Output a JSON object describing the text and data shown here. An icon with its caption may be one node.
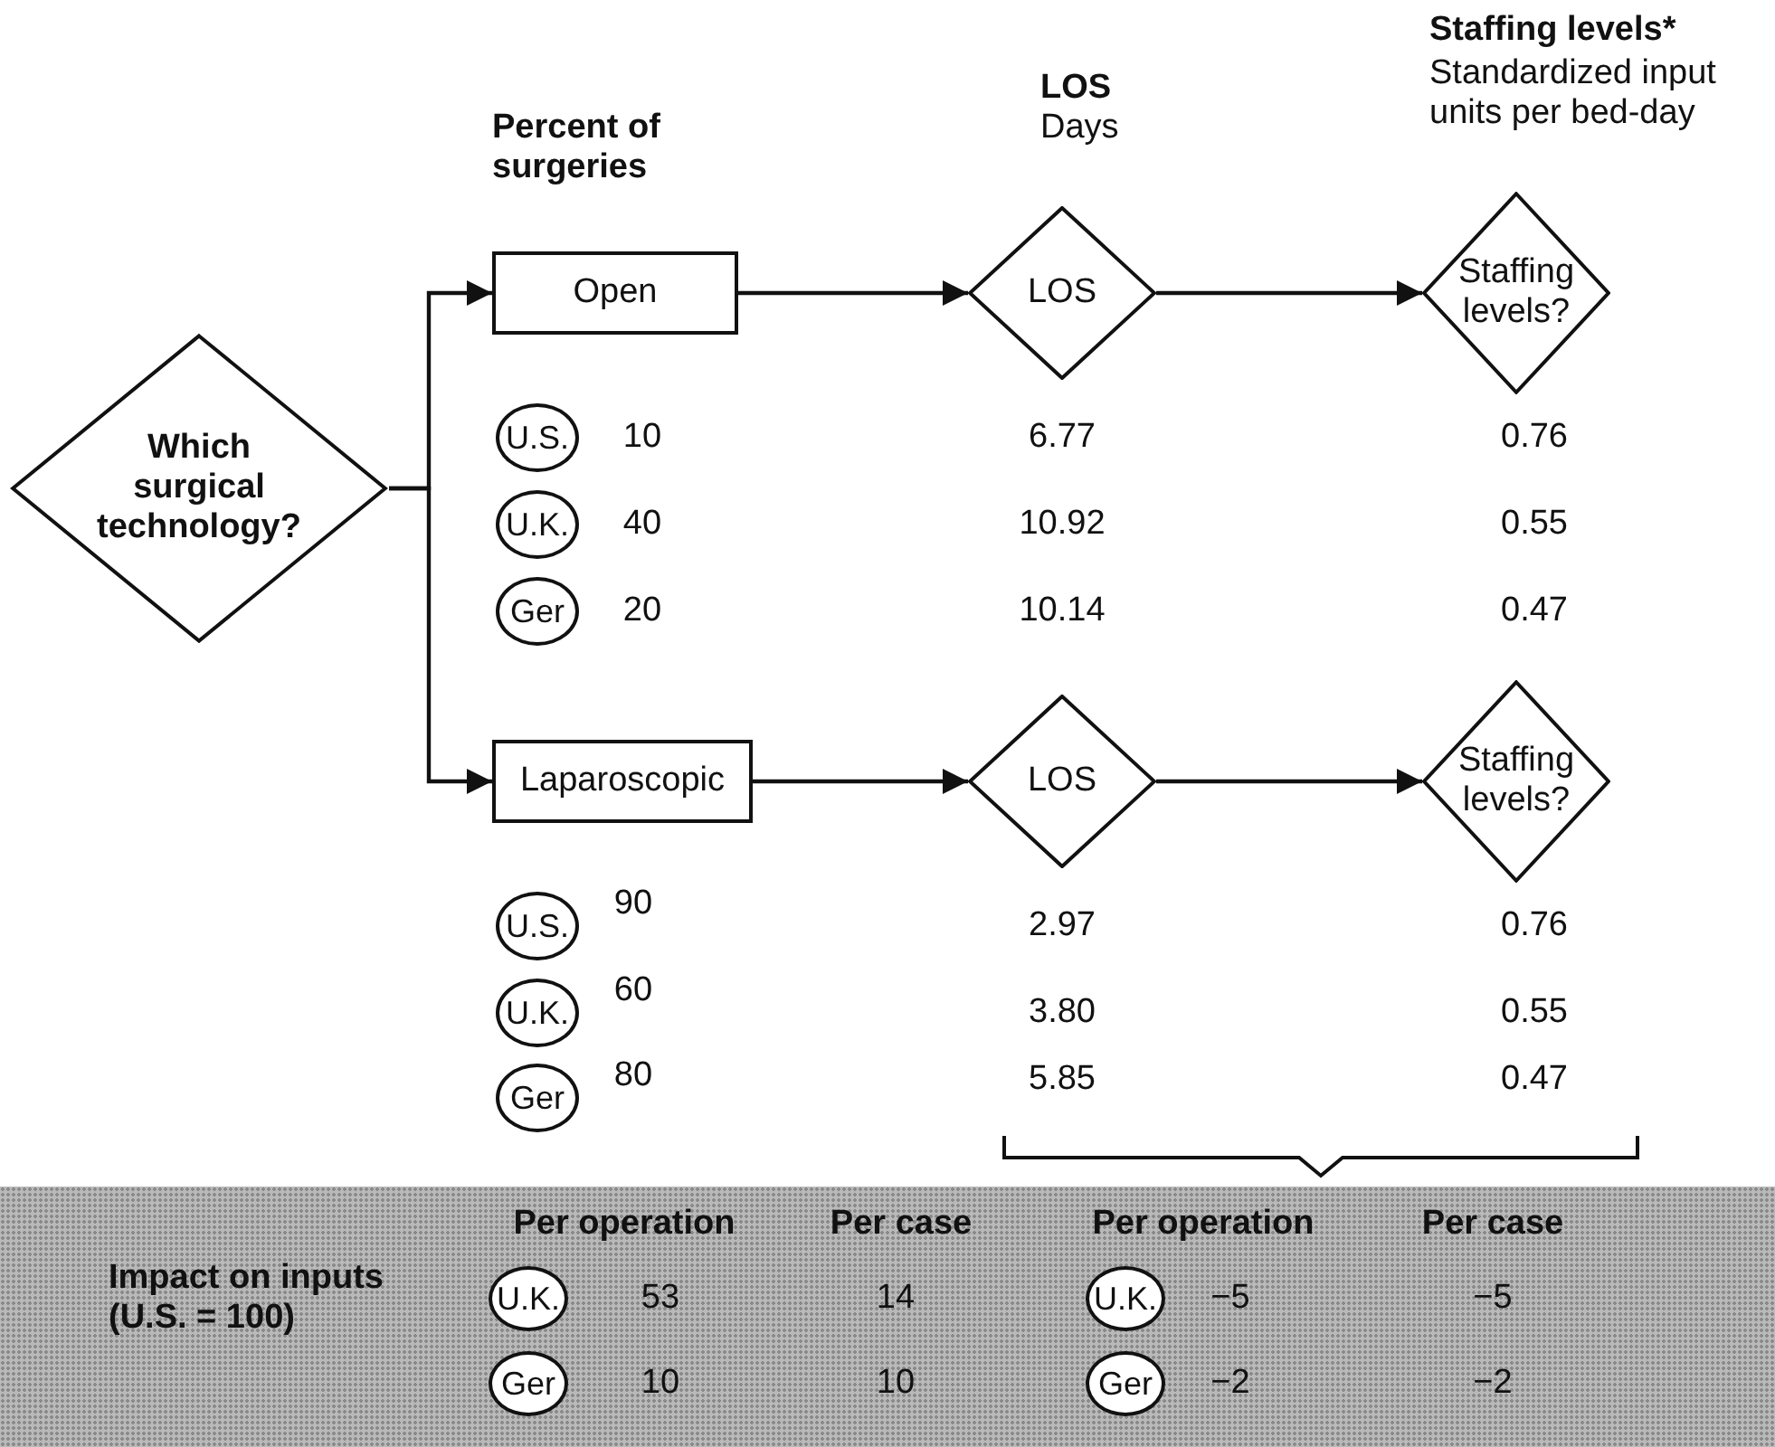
{
  "diagram": {
    "nodes": [
      {
        "text": [
          "Which surgical technology?"
        ]
      },
      {
        "text": [
          "Open"
        ]
      },
      {
        "text": [
          "LOS"
        ]
      },
      {
        "text": [
          "Staffing levels?"
        ]
      },
      {
        "text": [
          "U.S."
        ],
        "beside": [
          "10"
        ]
      },
      {
        "text": [
          "U.K."
        ],
        "beside": [
          "40"
        ]
      },
      {
        "text": [
          "Ger"
        ],
        "beside": [
          "20"
        ]
      },
      {
        "text": [
          "Laparoscopic"
        ]
      },
      {
        "text": [
          "LOS"
        ]
      },
      {
        "text": [
          "Staffing levels?"
        ]
      },
      {
        "text": [
          "U.S."
        ],
        "beside": [
          "90"
        ]
      },
      {
        "text": [
          "U.K."
        ],
        "beside": [
          "60"
        ]
      },
      {
        "text": [
          "Ger"
        ],
        "beside": [
          "80"
        ]
      },
      {
        "text": [
          "Impact on inputs (U.S. = 100)"
        ]
      },
      {
        "text": [
          "U.K."
        ],
        "beside": [
          "53"
        ],
        "in": 13
      },
      {
        "text": [
          "U.K."
        ],
        "beside": [
          "−5"
        ],
        "in": 13
      },
      {
        "text": [
          "Ger"
        ],
        "beside": [
          "10"
        ],
        "in": 13
      },
      {
        "text": [
          "Ger"
        ],
        "beside": [
          "−2"
        ],
        "in": 13
      }
    ],
    "edges": [
      {
        "from": 0,
        "to": 1,
        "arrow": "to"
      },
      {
        "from": 0,
        "to": 7,
        "arrow": "to"
      },
      {
        "from": 1,
        "to": 2,
        "arrow": "to"
      },
      {
        "from": 2,
        "to": 3,
        "arrow": "to"
      },
      {
        "from": 7,
        "to": 8,
        "arrow": "to"
      },
      {
        "from": 8,
        "to": 9,
        "arrow": "to"
      }
    ],
    "labels": [
      "Percent of surgeries",
      "LOS",
      "Days",
      "Staffing levels*",
      "Standardized input units per bed-day",
      "6.77",
      "0.76",
      "10.92",
      "0.55",
      "10.14",
      "0.47",
      "2.97",
      "0.76",
      "3.80",
      "0.55",
      "5.85",
      "0.47",
      "Per operation",
      "Per case",
      "Per operation",
      "Per case",
      "14",
      "−5",
      "10",
      "−2"
    ]
  }
}
